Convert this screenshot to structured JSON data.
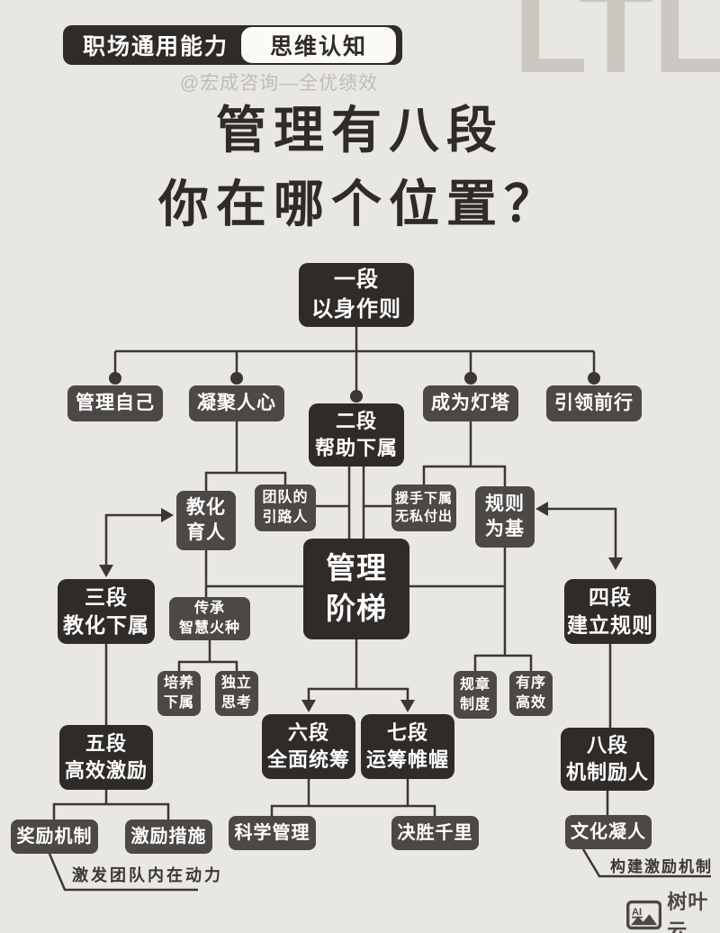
{
  "header": {
    "badge_left": "职场通用能力",
    "badge_right": "思维认知",
    "watermark": "@宏成咨询—全优绩效",
    "watermark_logo": "LTL"
  },
  "title": {
    "line1": "管理有八段",
    "line2": "你在哪个位置？"
  },
  "colors": {
    "background": "#e9e7e2",
    "box_dark": "#2f2b28",
    "box_mid": "#4c4845",
    "line": "#3a3734",
    "text_on_box": "#ffffff",
    "watermark_gray": "#a9a6a1",
    "ltl_gray": "#cbc8c2"
  },
  "nodes": {
    "d1": {
      "line1": "一段",
      "line2": "以身作则"
    },
    "d2": {
      "line1": "二段",
      "line2": "帮助下属"
    },
    "d3": {
      "line1": "三段",
      "line2": "教化下属"
    },
    "d4": {
      "line1": "四段",
      "line2": "建立规则"
    },
    "d5": {
      "line1": "五段",
      "line2": "高效激励"
    },
    "d6": {
      "line1": "六段",
      "line2": "全面统筹"
    },
    "d7": {
      "line1": "七段",
      "line2": "运筹帷幄"
    },
    "d8": {
      "line1": "八段",
      "line2": "机制励人"
    },
    "center": {
      "line1": "管理",
      "line2": "阶梯"
    },
    "manage_self": {
      "line1": "管理自己"
    },
    "cohesion": {
      "line1": "凝聚人心"
    },
    "lighthouse": {
      "line1": "成为灯塔"
    },
    "lead": {
      "line1": "引领前行"
    },
    "educate": {
      "line1": "教化",
      "line2": "育人"
    },
    "team_guide": {
      "line1": "团队的",
      "line2": "引路人"
    },
    "help_selfless": {
      "line1": "援手下属",
      "line2": "无私付出"
    },
    "rule_base": {
      "line1": "规则",
      "line2": "为基"
    },
    "inherit": {
      "line1": "传承",
      "line2": "智慧火种"
    },
    "cultivate": {
      "line1": "培养",
      "line2": "下属"
    },
    "independent": {
      "line1": "独立",
      "line2": "思考"
    },
    "regulations": {
      "line1": "规章",
      "line2": "制度"
    },
    "orderly": {
      "line1": "有序",
      "line2": "高效"
    },
    "reward": {
      "line1": "奖励机制"
    },
    "incentive": {
      "line1": "激励措施"
    },
    "science": {
      "line1": "科学管理"
    },
    "victory": {
      "line1": "决胜千里"
    },
    "culture": {
      "line1": "文化凝人"
    }
  },
  "annotations": {
    "left": "激发团队内在动力",
    "right": "构建激励机制"
  },
  "footer": {
    "logo_icon": "AI",
    "logo_text": "树叶云"
  }
}
